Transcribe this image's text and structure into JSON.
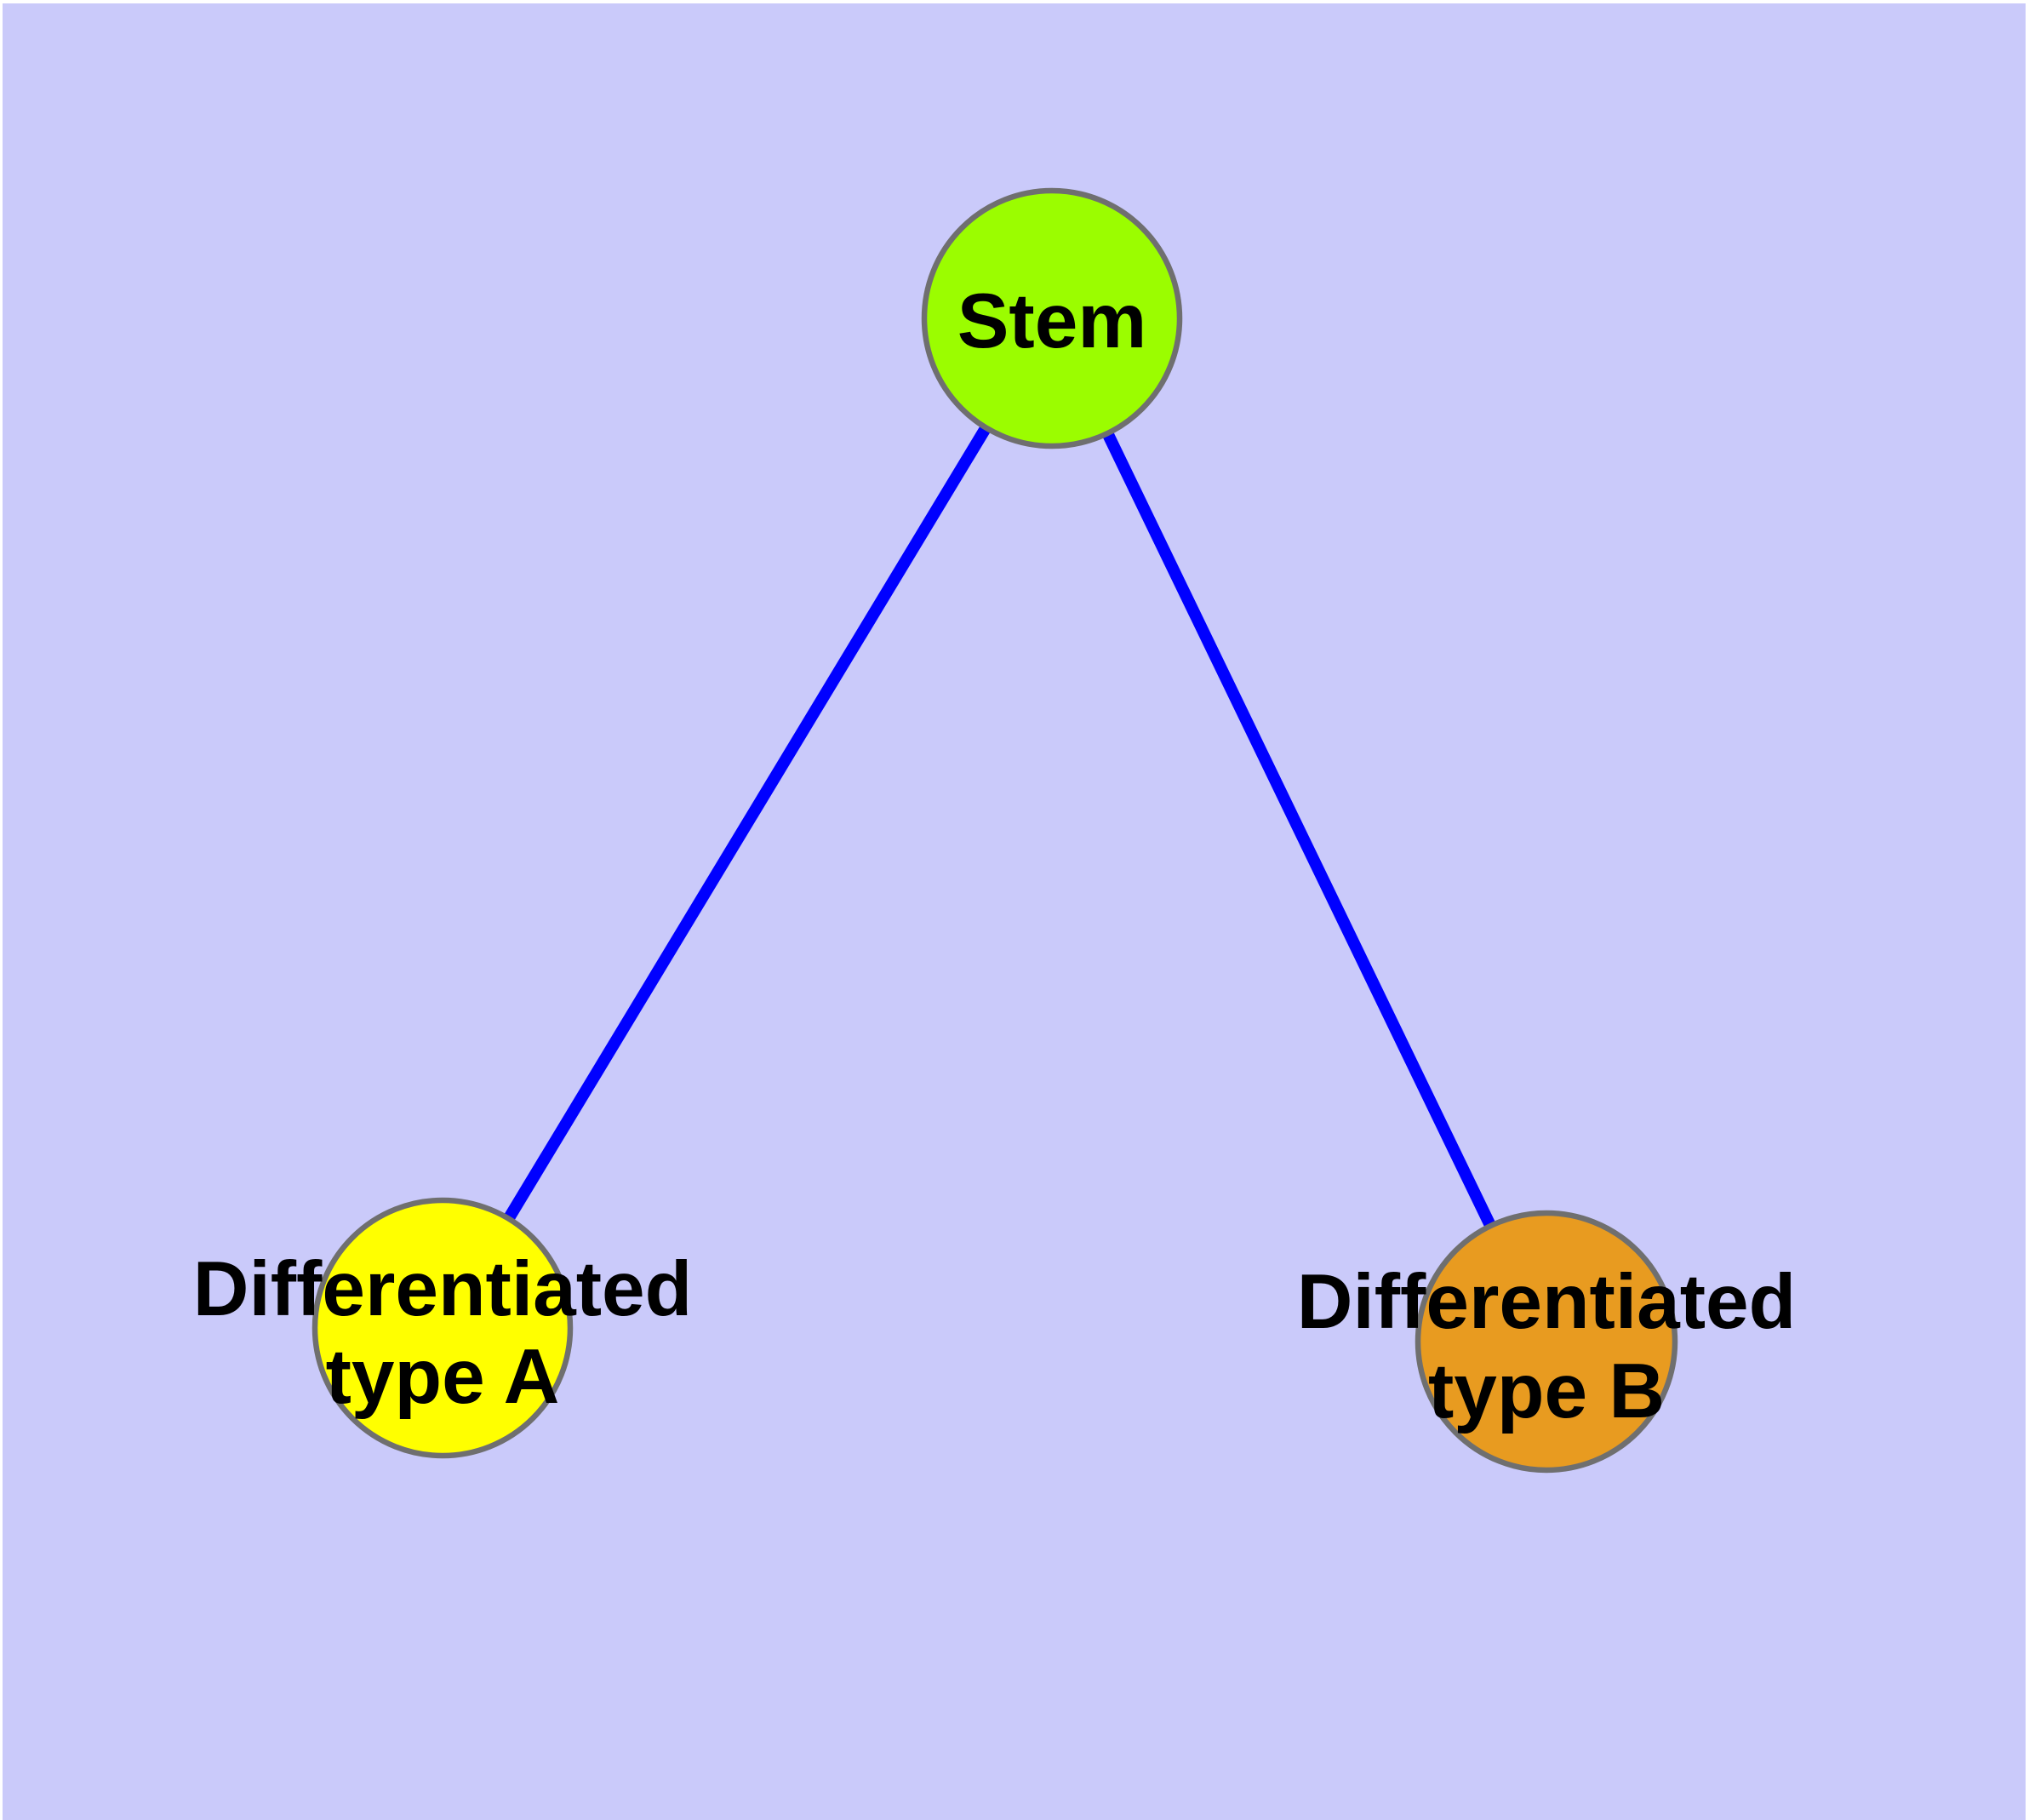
{
  "figure": {
    "type": "graph-diagram",
    "title": "",
    "background_color": "#CACAFA",
    "margin_color": "#FFFFFF",
    "edge_color": "#0000FF",
    "node_border_color": "#6F6F6F",
    "label_color": "#000000"
  },
  "nodes": [
    {
      "id": "stem",
      "label": "Stem",
      "label_lines": [
        "Stem"
      ],
      "fill": "#9BFD00"
    },
    {
      "id": "differentiated-type-a",
      "label": "Differentiated type A",
      "label_lines": [
        "Differentiated",
        "type A"
      ],
      "fill": "#FFFF00"
    },
    {
      "id": "differentiated-type-b",
      "label": "Differentiated type B",
      "label_lines": [
        "Differentiated",
        "type B"
      ],
      "fill": "#E89B20"
    }
  ],
  "edges": [
    {
      "from": "stem",
      "to": "differentiated-type-a"
    },
    {
      "from": "stem",
      "to": "differentiated-type-b"
    }
  ]
}
